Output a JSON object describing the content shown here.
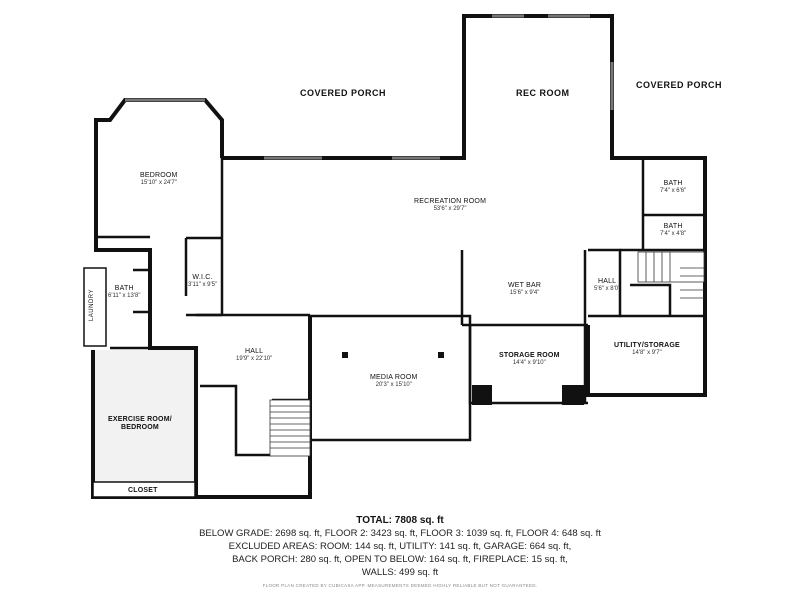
{
  "rooms": {
    "covered_porch_left": "COVERED PORCH",
    "rec_room": "REC ROOM",
    "covered_porch_right": "COVERED PORCH",
    "bedroom": {
      "name": "BEDROOM",
      "dims": "15'10\" x 24'7\""
    },
    "recreation_room": {
      "name": "RECREATION ROOM",
      "dims": "53'6\" x 29'7\""
    },
    "bath_top": {
      "name": "BATH",
      "dims": "7'4\" x 6'6\""
    },
    "bath_mid": {
      "name": "BATH",
      "dims": "7'4\" x 4'8\""
    },
    "bath_left": {
      "name": "BATH",
      "dims": "6'11\" x 13'8\""
    },
    "laundry": "LAUNDRY",
    "wic": {
      "name": "W.I.C.",
      "dims": "3'11\" x 9'5\""
    },
    "wet_bar": {
      "name": "WET BAR",
      "dims": "15'6\" x 9'4\""
    },
    "hall_right": {
      "name": "HALL",
      "dims": "5'6\" x 8'0\""
    },
    "utility": {
      "name": "UTILITY/STORAGE",
      "dims": "14'8\" x 9'7\""
    },
    "hall_left": {
      "name": "HALL",
      "dims": "19'9\" x 22'10\""
    },
    "media_room": {
      "name": "MEDIA ROOM",
      "dims": "20'3\" x 15'10\""
    },
    "storage_room": {
      "name": "STORAGE ROOM",
      "dims": "14'4\" x 9'10\""
    },
    "exercise_room": {
      "line1": "EXERCISE ROOM/",
      "line2": "BEDROOM"
    },
    "closet": "CLOSET"
  },
  "summary": {
    "total": "TOTAL: 7808 sq. ft",
    "line1": "BELOW GRADE: 2698 sq. ft, FLOOR 2: 3423 sq. ft, FLOOR 3: 1039 sq. ft, FLOOR 4: 648 sq. ft",
    "line2": "EXCLUDED AREAS: ROOM: 144 sq. ft, UTILITY: 141 sq. ft, GARAGE: 664 sq. ft,",
    "line3": "BACK PORCH: 280 sq. ft, OPEN TO BELOW: 164 sq. ft, FIREPLACE: 15 sq. ft,",
    "line4": "WALLS: 499 sq. ft",
    "disclaimer": "FLOOR PLAN CREATED BY CUBICASA APP. MEASUREMENTS DEEMED HIGHLY RELIABLE BUT NOT GUARANTEED."
  }
}
